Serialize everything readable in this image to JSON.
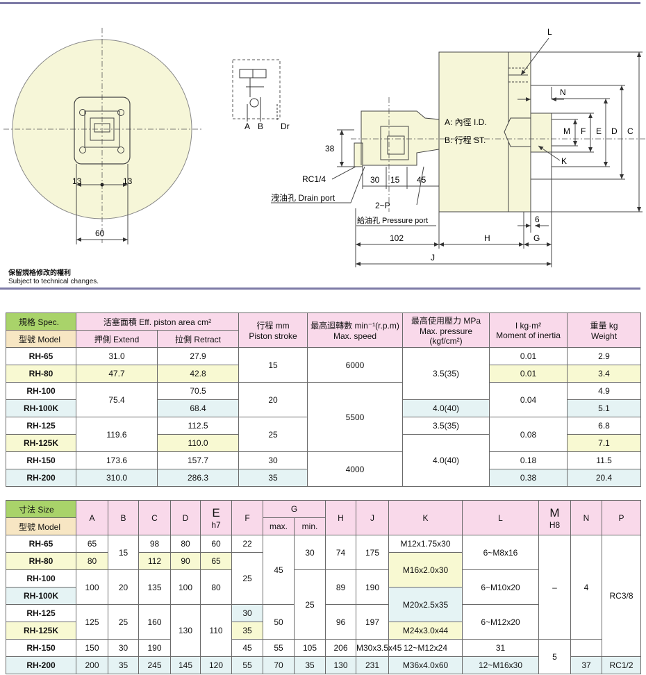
{
  "drawing": {
    "dims_left": {
      "d13a": "13",
      "d13b": "13",
      "d60": "60"
    },
    "valve": {
      "a": "A",
      "b": "B",
      "dr": "Dr"
    },
    "side_labels": {
      "L": "L",
      "N": "N",
      "M": "M",
      "F": "F",
      "E": "E",
      "D": "D",
      "C": "C",
      "K": "K",
      "d38": "38",
      "rc14": "RC1/4",
      "d30": "30",
      "d15": "15",
      "d45": "45",
      "drain": "洩油孔 Drain port",
      "p2": "2~P",
      "pressure": "給油孔 Pressure port",
      "d6": "6",
      "d102": "102",
      "H": "H",
      "G": "G",
      "J": "J",
      "id": "A: 內徑 I.D.",
      "st": "B: 行程 ST."
    }
  },
  "notes": {
    "zh": "保留規格修改的權利",
    "en": "Subject to technical changes."
  },
  "table1": {
    "h_spec": "規格 Spec.",
    "h_model": "型號 Model",
    "h_area": "活塞面積 Eff. piston area cm²",
    "h_extend": "押側 Extend",
    "h_retract": "拉側 Retract",
    "h_stroke_zh": "行程 mm",
    "h_stroke_en": "Piston stroke",
    "h_speed_zh": "最高迴轉數 min⁻¹(r.p.m)",
    "h_speed_en": "Max. speed",
    "h_press_zh": "最高使用壓力 MPa",
    "h_press_en": "Max. pressure (kgf/cm²)",
    "h_inertia_zh": "I kg·m²",
    "h_inertia_en": "Moment of inertia",
    "h_weight_zh": "重量 kg",
    "h_weight_en": "Weight",
    "models": [
      "RH-65",
      "RH-80",
      "RH-100",
      "RH-100K",
      "RH-125",
      "RH-125K",
      "RH-150",
      "RH-200"
    ],
    "extend": [
      "31.0",
      "47.7",
      "75.4",
      "119.6",
      "173.6",
      "310.0"
    ],
    "retract": [
      "27.9",
      "42.8",
      "70.5",
      "68.4",
      "112.5",
      "110.0",
      "157.7",
      "286.3"
    ],
    "stroke": [
      "15",
      "20",
      "25",
      "30",
      "35"
    ],
    "speed": [
      "6000",
      "5500",
      "4000"
    ],
    "pressure": [
      "3.5(35)",
      "4.0(40)",
      "3.5(35)",
      "4.0(40)"
    ],
    "inertia": [
      "0.01",
      "0.01",
      "0.04",
      "0.08",
      "0.18",
      "0.38"
    ],
    "weight": [
      "2.9",
      "3.4",
      "4.9",
      "5.1",
      "6.8",
      "7.1",
      "11.5",
      "20.4"
    ]
  },
  "table2": {
    "h_size": "寸法 Size",
    "h_model": "型號 Model",
    "cols": {
      "A": "A",
      "B": "B",
      "C": "C",
      "D": "D",
      "E": "E",
      "Eh": "h7",
      "F": "F",
      "G": "G",
      "Gmax": "max.",
      "Gmin": "min.",
      "H": "H",
      "J": "J",
      "K": "K",
      "L": "L",
      "M": "M",
      "Mh": "H8",
      "N": "N",
      "P": "P"
    },
    "models": [
      "RH-65",
      "RH-80",
      "RH-100",
      "RH-100K",
      "RH-125",
      "RH-125K",
      "RH-150",
      "RH-200"
    ],
    "A": [
      "65",
      "80",
      "100",
      "125",
      "150",
      "200"
    ],
    "B": [
      "15",
      "20",
      "25",
      "30",
      "35"
    ],
    "C": [
      "98",
      "112",
      "135",
      "160",
      "190",
      "245"
    ],
    "D": [
      "80",
      "90",
      "100",
      "130",
      "145"
    ],
    "E": [
      "60",
      "65",
      "80",
      "110",
      "120"
    ],
    "F": [
      "22",
      "25",
      "30",
      "35",
      "45",
      "55"
    ],
    "Gmax": [
      "45",
      "50",
      "55",
      "70"
    ],
    "Gmin": [
      "30",
      "25",
      "35"
    ],
    "H": [
      "74",
      "89",
      "96",
      "105",
      "130"
    ],
    "J": [
      "175",
      "190",
      "197",
      "206",
      "231"
    ],
    "K": [
      "M12x1.75x30",
      "M16x2.0x30",
      "M20x2.5x35",
      "M24x3.0x44",
      "M30x3.5x45",
      "M36x4.0x60"
    ],
    "L": [
      "6~M8x16",
      "6~M10x20",
      "6~M12x20",
      "12~M12x24",
      "12~M16x30"
    ],
    "M": [
      "–",
      "31",
      "37"
    ],
    "N": [
      "4",
      "5"
    ],
    "P": [
      "RC3/8",
      "RC1/2"
    ]
  }
}
